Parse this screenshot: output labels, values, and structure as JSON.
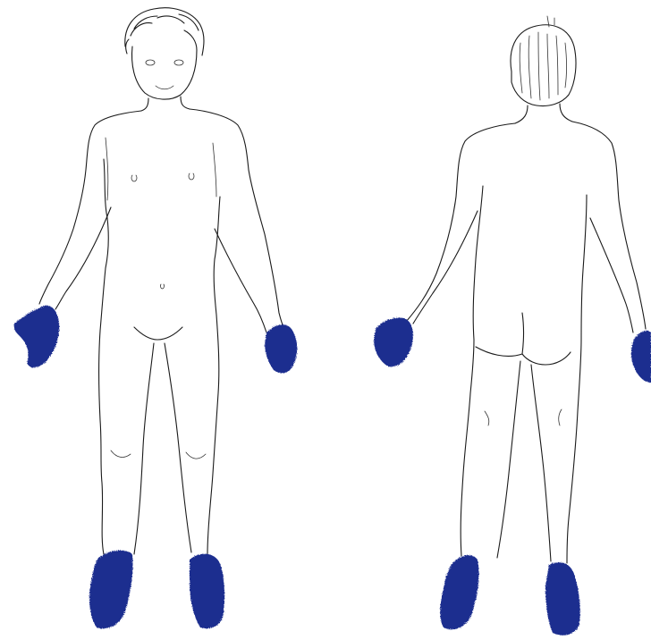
{
  "figure": {
    "views": [
      {
        "name": "front"
      },
      {
        "name": "back"
      }
    ],
    "marked_regions": [
      "hands",
      "feet"
    ],
    "colors": {
      "outline": "#1a1a1a",
      "marking": "#1f2f8f",
      "marking_dark": "#15206b",
      "paper": "#ffffff"
    }
  }
}
